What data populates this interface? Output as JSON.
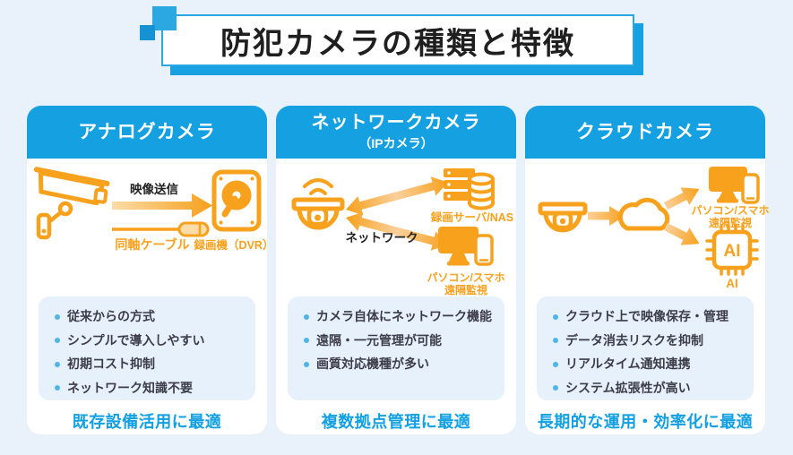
{
  "header": {
    "title": "防犯カメラの種類と特徴"
  },
  "colors": {
    "header_blue": "#14A0E1",
    "accent_blue": "#2AA7E2",
    "page_background": "#E9F2FB",
    "orange": "#F7A11C",
    "orange_light": "#FCDCA8",
    "feature_text": "#3D3D49",
    "best_for_blue": "#12A0E3"
  },
  "cards": [
    {
      "title": "アナログカメラ",
      "diagram": {
        "transmission_label": "映像送信",
        "cable_label": "同軸ケーブル",
        "recorder_label": "録画機（DVR）",
        "icons": [
          "bullet-camera-icon",
          "video-arrow",
          "coax-cable-icon",
          "dvr-hdd-icon"
        ]
      },
      "features": [
        "従来からの方式",
        "シンプルで導入しやすい",
        "初期コスト抑制",
        "ネットワーク知識不要"
      ],
      "best_for": "既存設備活用に最適"
    },
    {
      "title": "ネットワークカメラ",
      "subtitle": "（IPカメラ）",
      "diagram": {
        "network_label": "ネットワーク",
        "server_label": "録画サーバ/NAS",
        "pc_label": "パソコン/スマホ",
        "remote_label": "遠隔監視",
        "icons": [
          "dome-camera-icon",
          "wifi-icon",
          "double-arrow",
          "recording-server-icon",
          "nas-database-icon",
          "pc-monitor-icon",
          "smartphone-icon"
        ]
      },
      "features": [
        "カメラ自体にネットワーク機能",
        "遠隔・一元管理が可能",
        "画質対応機種が多い"
      ],
      "best_for": "複数拠点管理に最適"
    },
    {
      "title": "クラウドカメラ",
      "diagram": {
        "pc_label": "パソコン/スマホ",
        "remote_label": "遠隔監視",
        "ai_chip_label": "AI",
        "ai_label": "AI",
        "icons": [
          "dome-camera-icon",
          "cloud-icon",
          "pc-monitor-icon",
          "smartphone-icon",
          "ai-chip-icon"
        ]
      },
      "features": [
        "クラウド上で映像保存・管理",
        "データ消去リスクを抑制",
        "リアルタイム通知連携",
        "システム拡張性が高い"
      ],
      "best_for": "長期的な運用・効率化に最適"
    }
  ]
}
